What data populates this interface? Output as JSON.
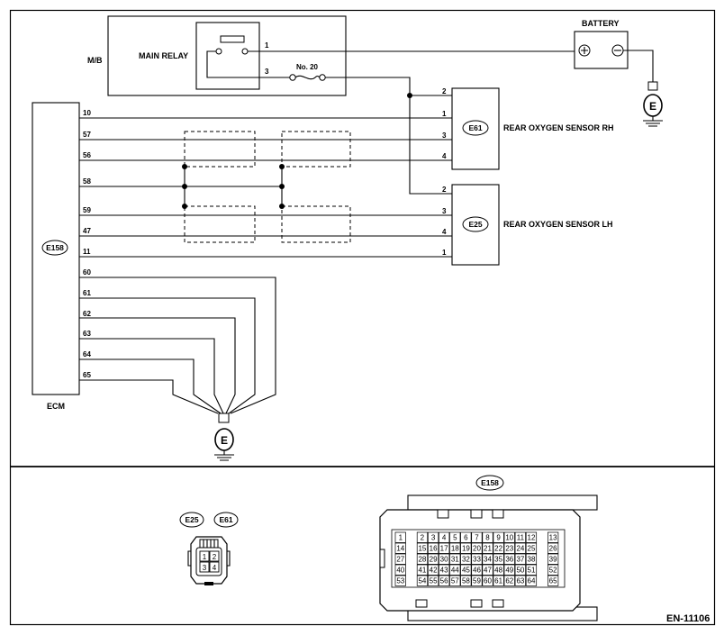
{
  "labels": {
    "mb": "M/B",
    "main_relay": "MAIN RELAY",
    "battery": "BATTERY",
    "fuse": "No. 20",
    "ecm": "ECM",
    "ecm_connector": "E158",
    "sensor_rh_connector": "E61",
    "sensor_rh": "REAR OXYGEN SENSOR RH",
    "sensor_lh_connector": "E25",
    "sensor_lh": "REAR OXYGEN SENSOR LH",
    "ground_symbol": "E",
    "battery_plus": "+",
    "battery_minus": "−",
    "doc_id": "EN-11106"
  },
  "relay_pins": [
    "1",
    "3"
  ],
  "ecm_pins": [
    "10",
    "57",
    "56",
    "58",
    "59",
    "47",
    "11",
    "60",
    "61",
    "62",
    "63",
    "64",
    "65"
  ],
  "sensor_rh_pins": [
    "2",
    "1",
    "3",
    "4"
  ],
  "sensor_lh_pins": [
    "2",
    "3",
    "4",
    "1"
  ],
  "connector_views": {
    "small_labels": [
      "E25",
      "E61"
    ],
    "small_pins": [
      "1",
      "2",
      "3",
      "4"
    ],
    "large_label": "E158",
    "large_grid": [
      [
        "1",
        "",
        "2",
        "3",
        "4",
        "5",
        "6",
        "7",
        "8",
        "9",
        "10",
        "11",
        "12",
        "",
        "13"
      ],
      [
        "14",
        "",
        "15",
        "16",
        "17",
        "18",
        "19",
        "20",
        "21",
        "22",
        "23",
        "24",
        "25",
        "",
        "26"
      ],
      [
        "27",
        "",
        "28",
        "29",
        "30",
        "31",
        "32",
        "33",
        "34",
        "35",
        "36",
        "37",
        "38",
        "",
        "39"
      ],
      [
        "40",
        "",
        "41",
        "42",
        "43",
        "44",
        "45",
        "46",
        "47",
        "48",
        "49",
        "50",
        "51",
        "",
        "52"
      ],
      [
        "53",
        "",
        "54",
        "55",
        "56",
        "57",
        "58",
        "59",
        "60",
        "61",
        "62",
        "63",
        "64",
        "",
        "65"
      ]
    ]
  }
}
